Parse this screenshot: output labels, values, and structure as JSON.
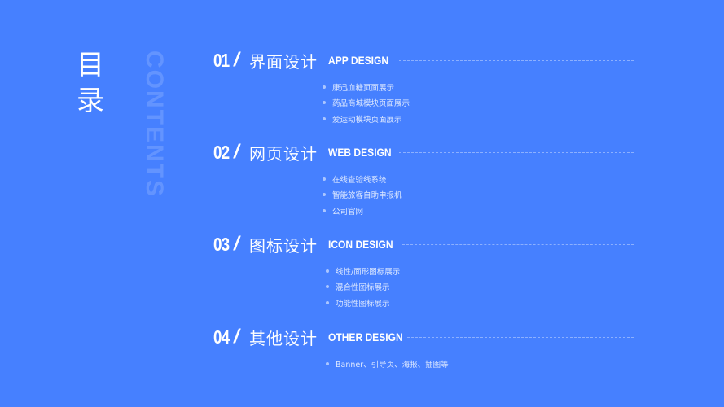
{
  "title": {
    "cn_line1": "目",
    "cn_line2": "录",
    "en": "CONTENTS"
  },
  "colors": {
    "background": "#4680FF",
    "text": "#FFFFFF"
  },
  "sections": [
    {
      "number": "01",
      "cn_title": "界面设计",
      "en_title": "APP DESIGN",
      "items": [
        "康迅血糖页面展示",
        "药品商城模块页面展示",
        "爱运动模块页面展示"
      ]
    },
    {
      "number": "02",
      "cn_title": "网页设计",
      "en_title": "WEB DESIGN",
      "items": [
        "在线查验线系统",
        "智能旅客自助申报机",
        "公司官网"
      ]
    },
    {
      "number": "03",
      "cn_title": "图标设计",
      "en_title": "ICON DESIGN",
      "items": [
        "线性/面形图标展示",
        "混合性图标展示",
        "功能性图标展示"
      ]
    },
    {
      "number": "04",
      "cn_title": "其他设计",
      "en_title": "OTHER DESIGN",
      "items": [
        "Banner、引导页、海报、插图等"
      ]
    }
  ]
}
